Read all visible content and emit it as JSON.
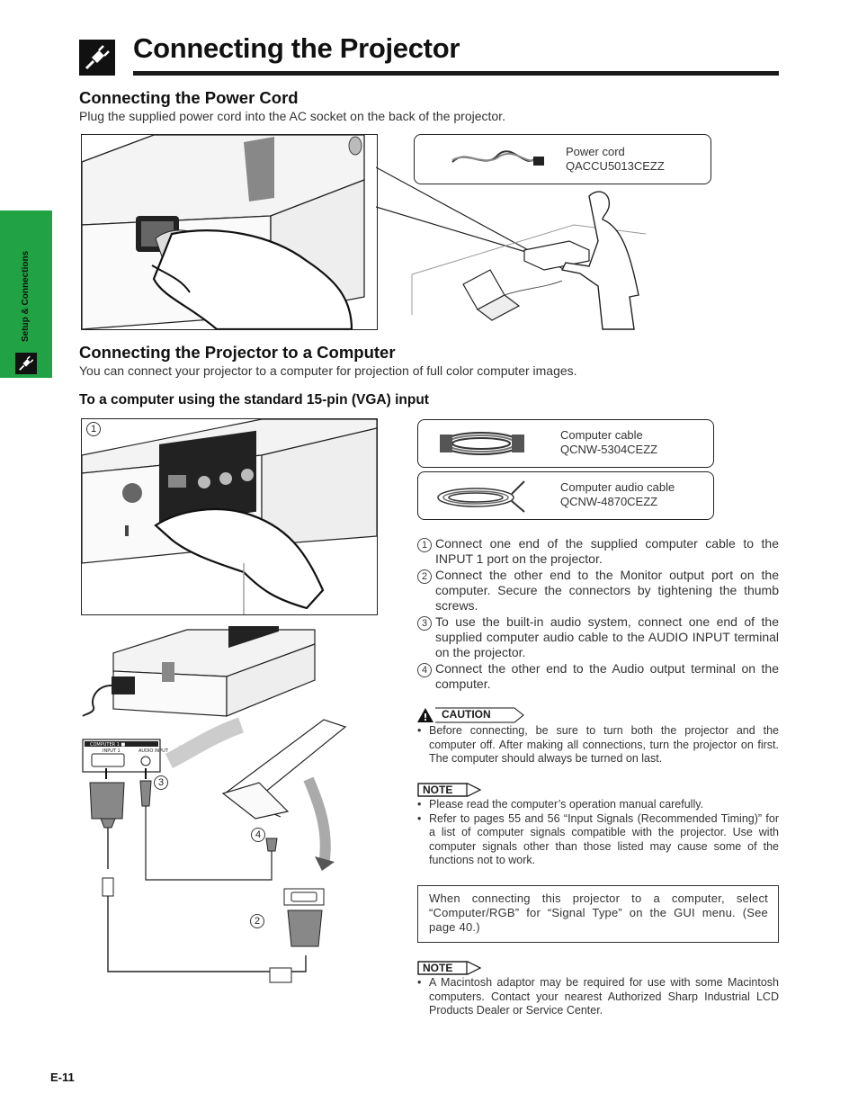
{
  "page": {
    "title": "Connecting the Projector",
    "section_tab_label": "Setup & Connections",
    "page_number": "E-11"
  },
  "power": {
    "heading": "Connecting the Power Cord",
    "description": "Plug the supplied power cord into the AC socket on the back of the projector.",
    "callout_name": "Power cord",
    "callout_code": "QACCU5013CEZZ"
  },
  "computer": {
    "heading": "Connecting the Projector to a Computer",
    "description": "You can connect your projector to a computer for projection of full color computer images.",
    "subheading": "To a computer using the standard 15-pin (VGA) input",
    "cable_name": "Computer cable",
    "cable_code": "QCNW-5304CEZZ",
    "audio_name": "Computer audio cable",
    "audio_code": "QCNW-4870CEZZ",
    "panel_label": "COMPUTER 1 ■",
    "panel_input_label": "INPUT 1",
    "panel_audio_label": "AUDIO INPUT",
    "steps": [
      {
        "num": "1",
        "text": "Connect one end of the supplied computer cable to the INPUT 1 port on the projector."
      },
      {
        "num": "2",
        "text": "Connect the other end to the Monitor output port on the computer. Secure the connectors by tightening the thumb screws."
      },
      {
        "num": "3",
        "text": "To use the built-in audio system, connect one end of the supplied computer audio cable to the AUDIO INPUT terminal on the projector."
      },
      {
        "num": "4",
        "text": "Connect the other end to the Audio output terminal on the computer."
      }
    ],
    "caution_label": "CAUTION",
    "caution_text": "Before connecting, be sure to turn both the projector and the computer off. After making all connections, turn the projector on first. The computer should always be turned on last.",
    "note_label": "NOTE",
    "note_items": [
      "Please read the computer’s operation manual carefully.",
      "Refer to pages 55 and 56 “Input Signals (Recommended Timing)” for a list of computer signals compatible with the projector. Use with computer signals other than those listed may cause some of the functions not to work."
    ],
    "info_text": "When connecting this projector to a computer, select “Computer/RGB” for “Signal Type” on the GUI menu. (See page 40.)",
    "note2_label": "NOTE",
    "note2_items": [
      "A Macintosh adaptor may be required for use with some Macintosh computers. Contact your nearest Authorized Sharp Industrial LCD Products Dealer or Service Center."
    ]
  },
  "colors": {
    "tab_green": "#21a345",
    "text_dark": "#111111"
  }
}
